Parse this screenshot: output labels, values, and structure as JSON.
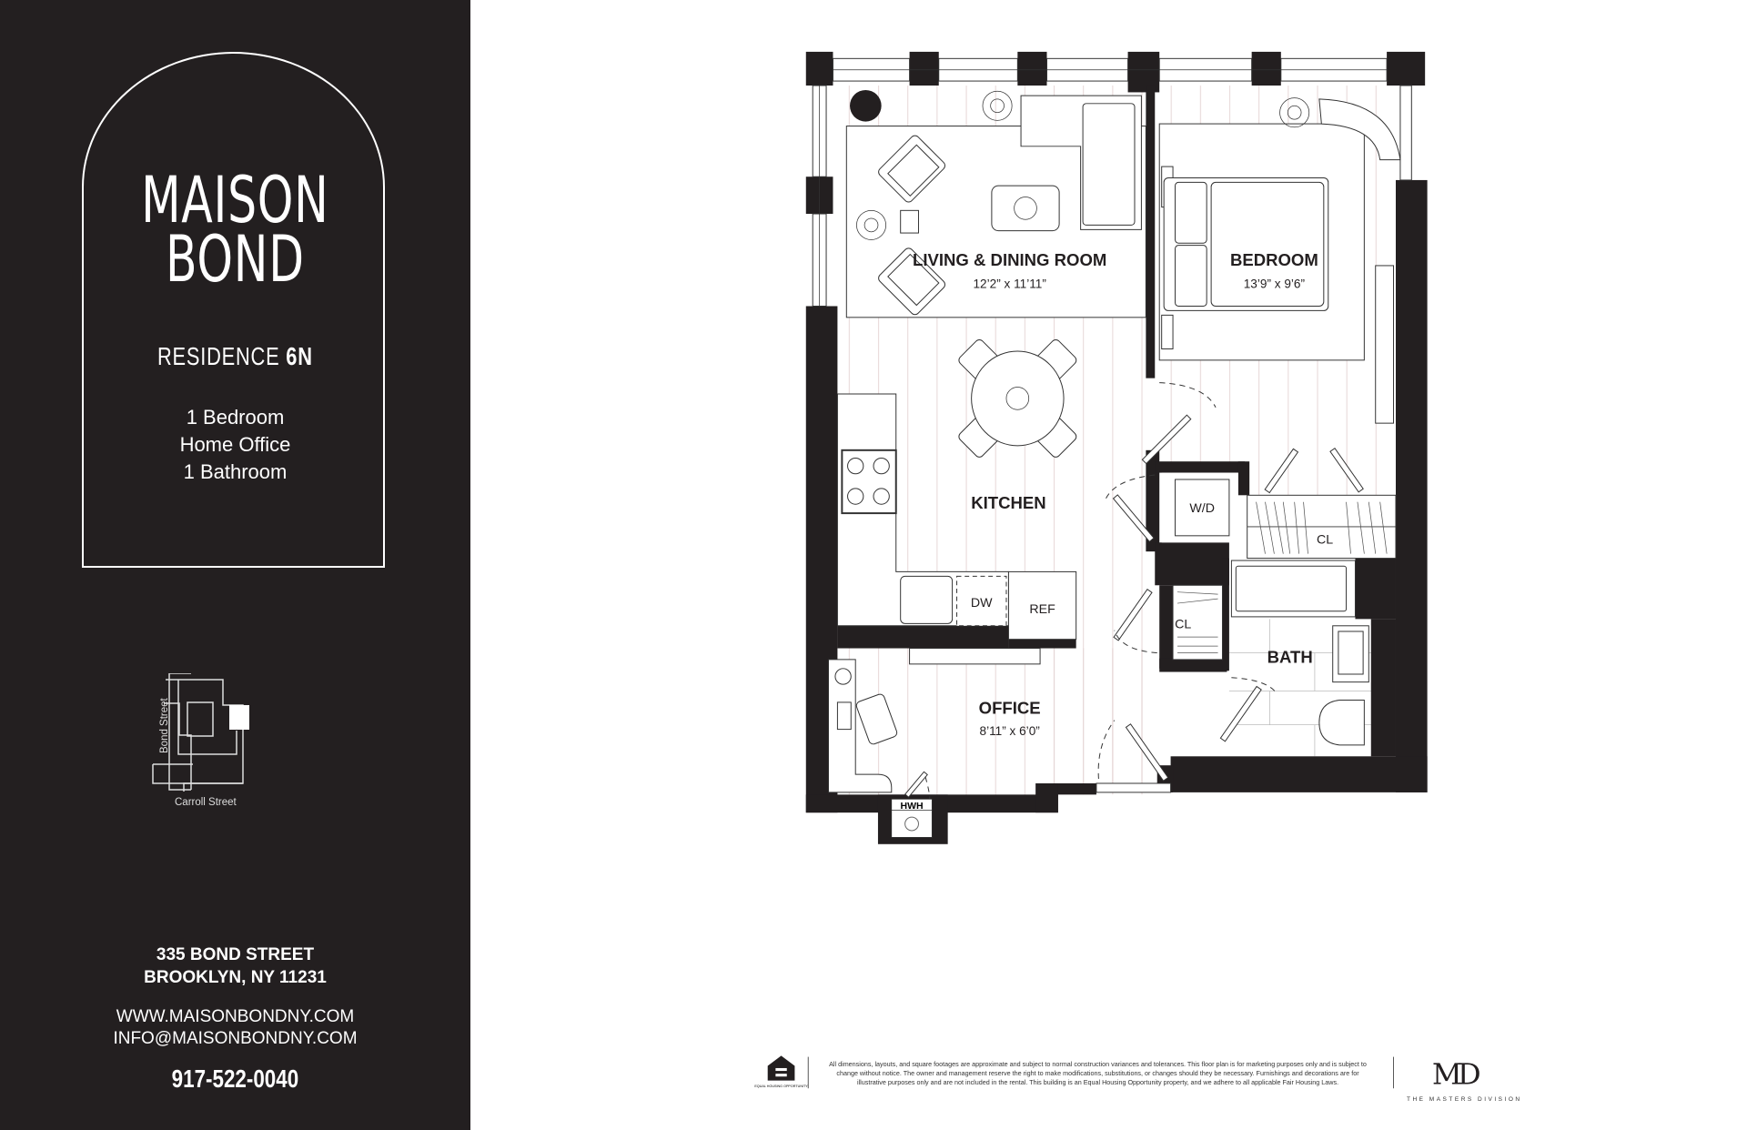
{
  "brand": {
    "line1": "MAISON",
    "line2": "BOND"
  },
  "residence": {
    "prefix": "RESIDENCE",
    "unit": "6N"
  },
  "features": [
    "1 Bedroom",
    "Home Office",
    "1 Bathroom"
  ],
  "keyplan": {
    "street_vertical": "Bond Street",
    "street_horizontal": "Carroll Street"
  },
  "contact": {
    "address_line1": "335 BOND STREET",
    "address_line2": "BROOKLYN, NY 11231",
    "website": "WWW.MAISONBONDNY.COM",
    "email": "INFO@MAISONBONDNY.COM",
    "phone": "917-522-0040"
  },
  "rooms": {
    "living": {
      "name": "LIVING & DINING ROOM",
      "dims": "12’2” x 11’11”"
    },
    "bedroom": {
      "name": "BEDROOM",
      "dims": "13’9” x 9’6”"
    },
    "kitchen": {
      "name": "KITCHEN"
    },
    "office": {
      "name": "OFFICE",
      "dims": "8’11” x 6’0”"
    },
    "bath": {
      "name": "BATH"
    }
  },
  "fixtures": {
    "wd": "W/D",
    "closet": "CL",
    "dishwasher": "DW",
    "fridge": "REF",
    "water_heater": "HWH"
  },
  "footer": {
    "eho_label": "EQUAL HOUSING OPPORTUNITY",
    "disclaimer": "All dimensions, layouts, and square footages are approximate and subject to normal construction variances and tolerances. This floor plan is for marketing purposes only and is subject to change without notice. The owner and management reserve the right to make modifications, substitutions, or changes should they be necessary. Furnishings and decorations are for illustrative purposes only and are not included in the rental. This building is an Equal Housing Opportunity property, and we adhere to all applicable Fair Housing Laws.",
    "md_logo": "MD",
    "md_caption": "THE MASTERS DIVISION"
  },
  "colors": {
    "panel": "#231f20",
    "wall": "#231f20",
    "floor_line": "#e6d6d6"
  }
}
